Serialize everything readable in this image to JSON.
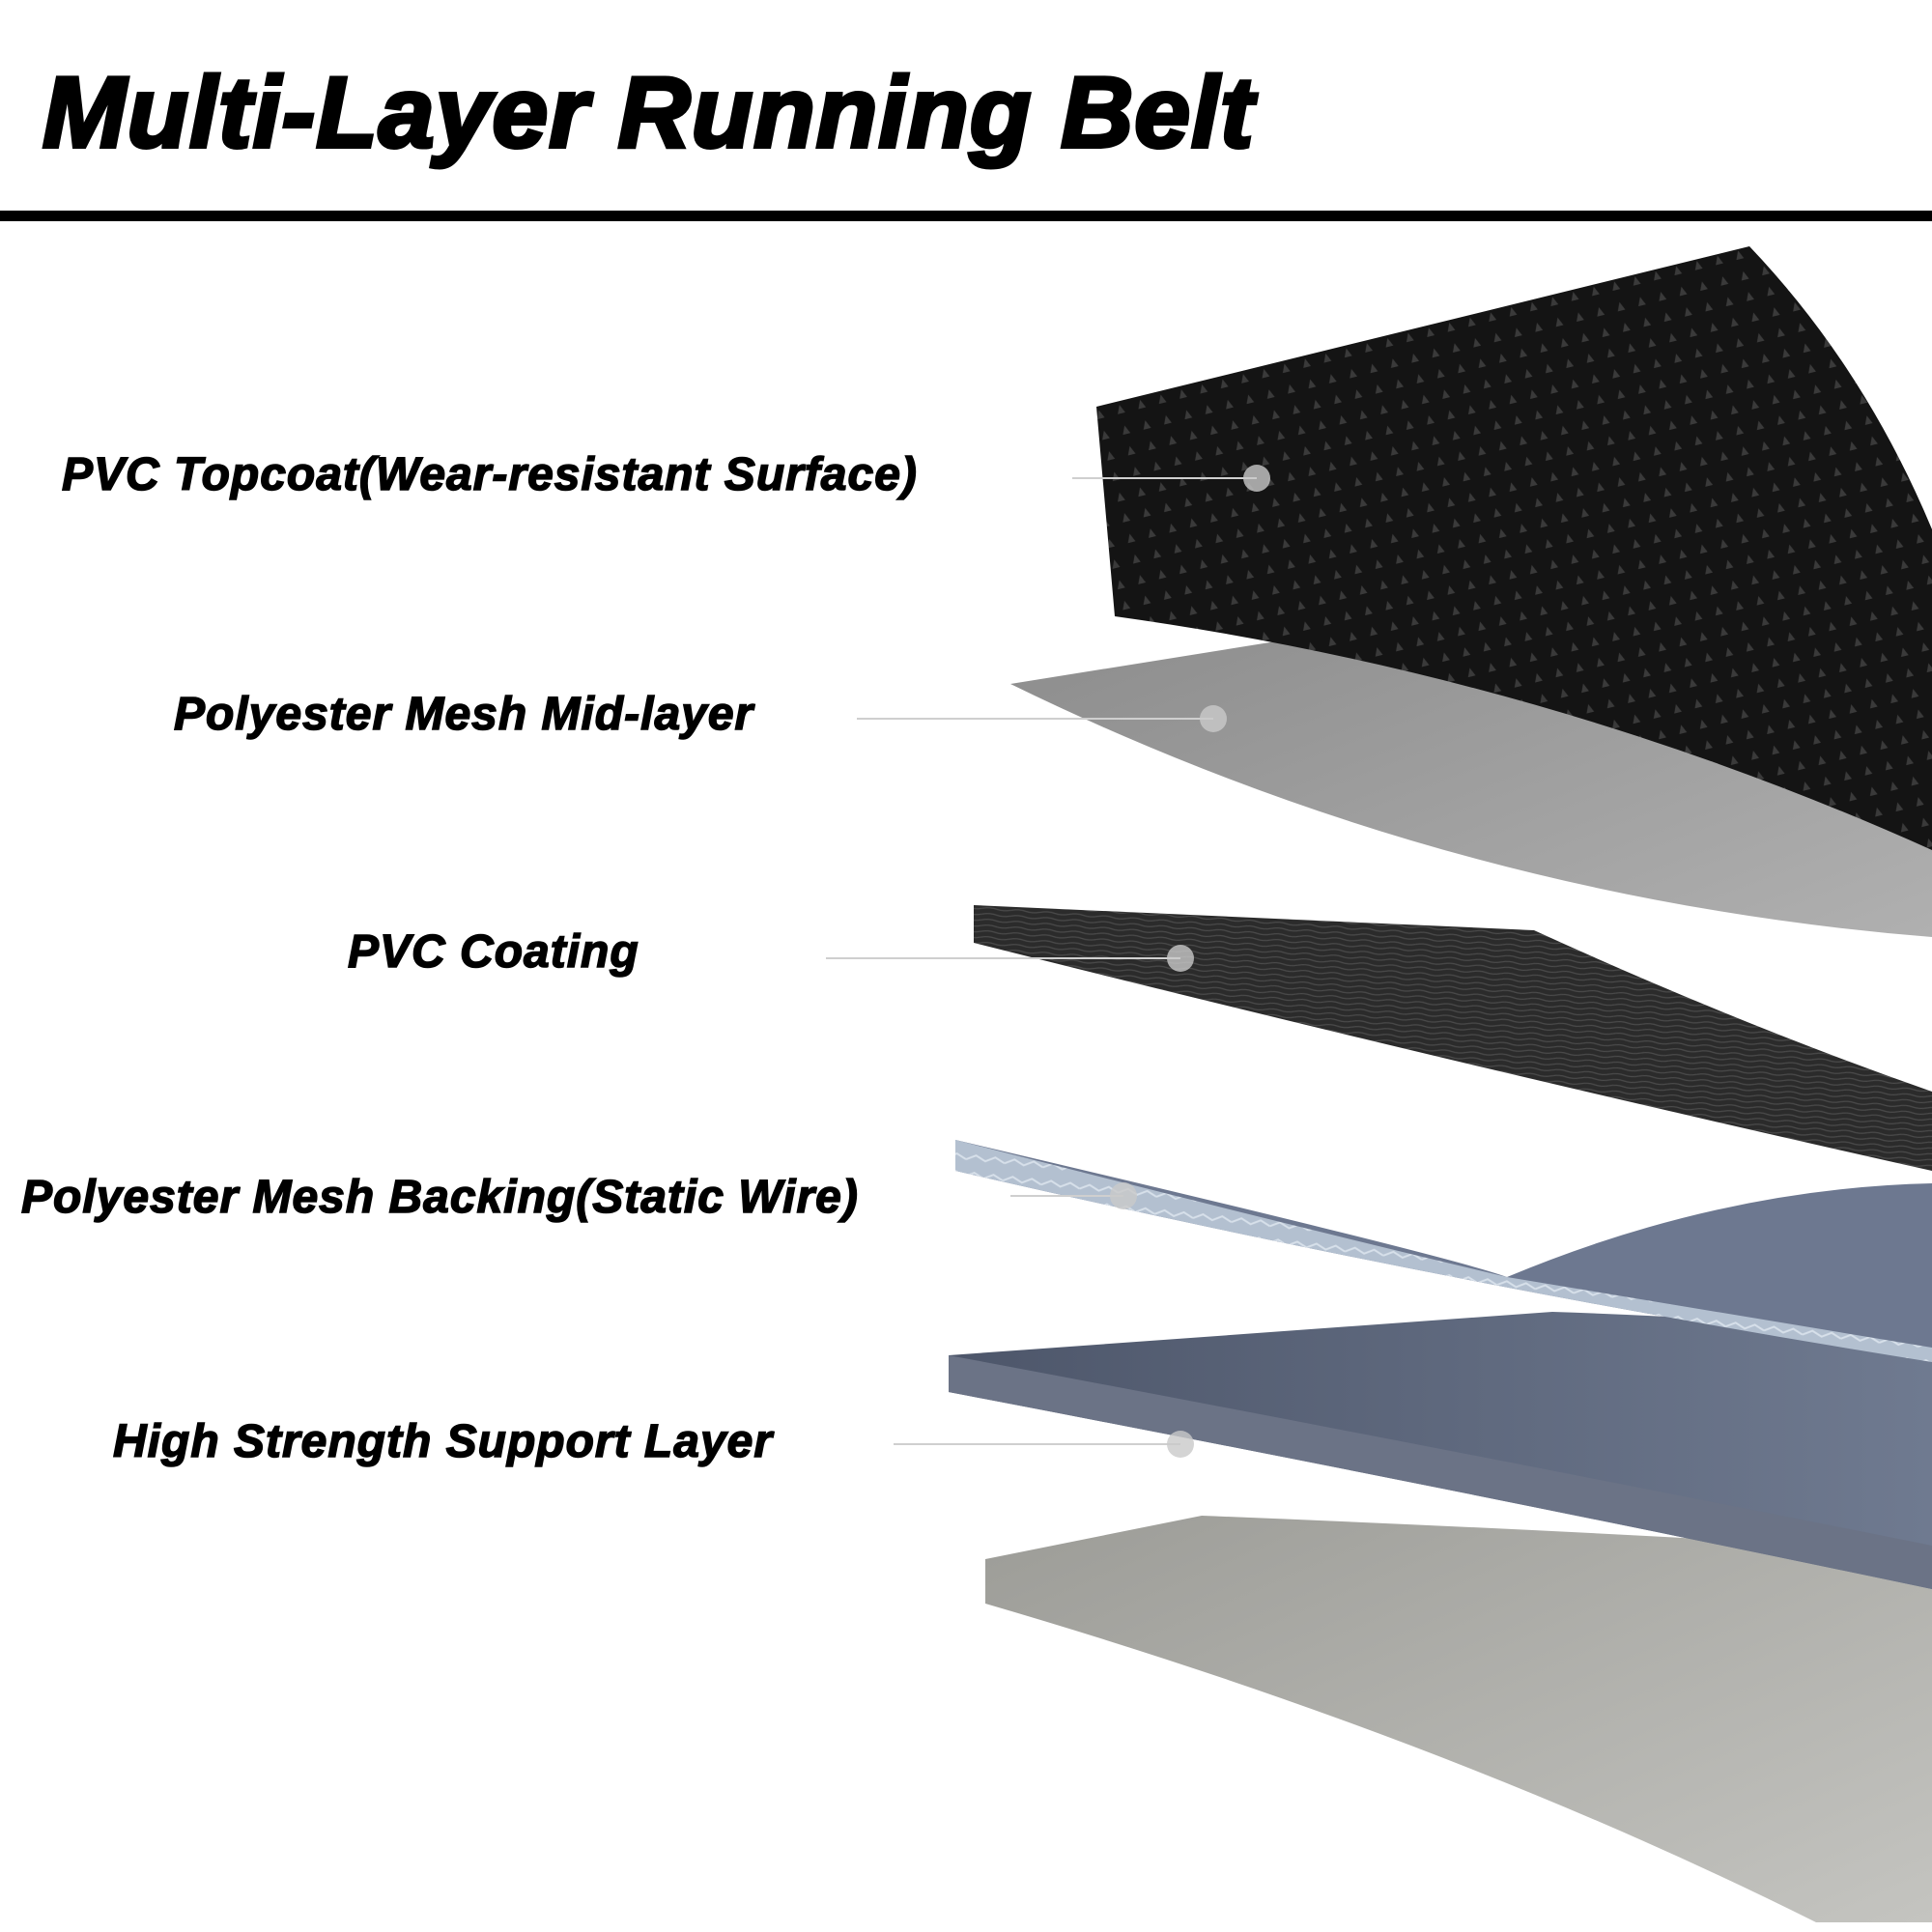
{
  "title": "Multi-Layer Running Belt",
  "layers": [
    {
      "label": "PVC Topcoat(Wear-resistant Surface)",
      "color": "#151515"
    },
    {
      "label": "Polyester Mesh Mid-layer",
      "color": "#8e8e8e"
    },
    {
      "label": "PVC Coating",
      "color": "#2e2e2e"
    },
    {
      "label": "Polyester Mesh Backing(Static Wire)",
      "color": "#a9b6c6"
    },
    {
      "label": "High Strength Support Layer",
      "color": "#5a6478"
    }
  ],
  "base_layer_color": "#a7a7a2"
}
